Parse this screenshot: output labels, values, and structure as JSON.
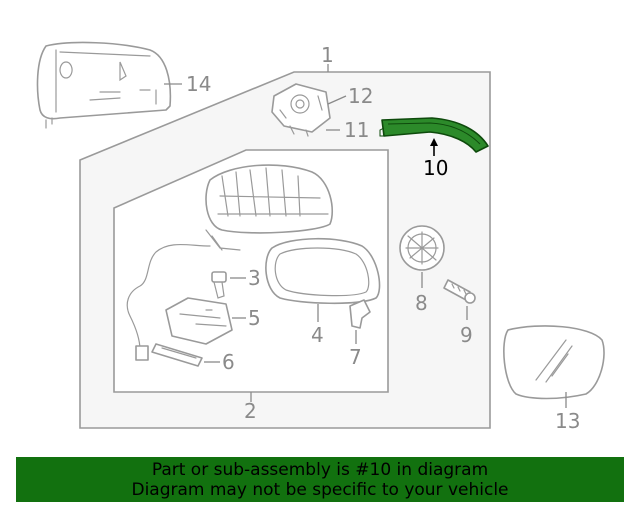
{
  "diagram": {
    "highlighted_part": "10",
    "highlight_color": "#12710f",
    "callouts": {
      "p1": "1",
      "p2": "2",
      "p3": "3",
      "p4": "4",
      "p5": "5",
      "p6": "6",
      "p7": "7",
      "p8": "8",
      "p9": "9",
      "p10": "10",
      "p11": "11",
      "p12": "12",
      "p13": "13",
      "p14": "14"
    }
  },
  "banner": {
    "line1": "Part or sub-assembly is #10 in diagram",
    "line2": "Diagram may not be specific to your vehicle",
    "background": "#12710f"
  }
}
